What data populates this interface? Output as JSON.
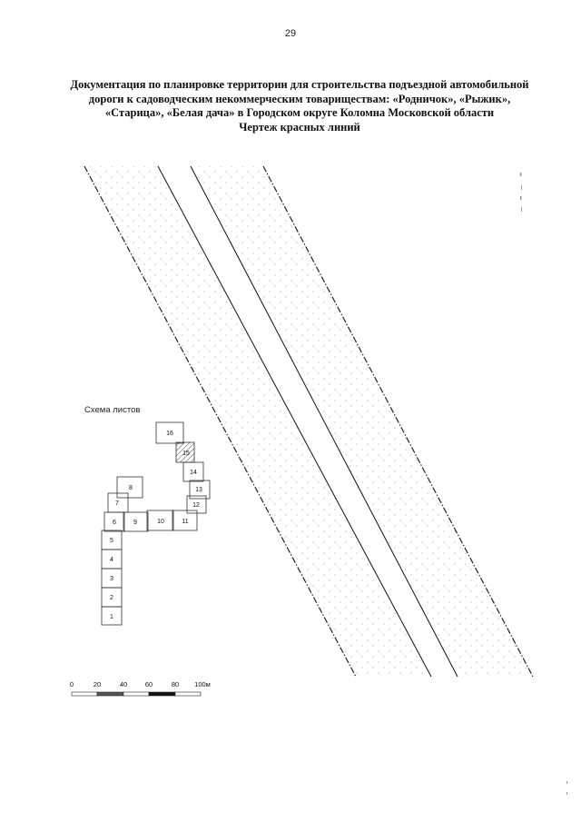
{
  "page_number": "29",
  "title_lines": [
    "Документация по планировке территории для строительства подъездной автомобильной",
    "дороги к садоводческим некоммерческим товариществам: «Родничок», «Рыжик»,",
    "«Старица», «Белая дача» в Городском округе Коломна Московской области",
    "Чертеж красных линий"
  ],
  "sheet_scheme": {
    "label": "Схема листов",
    "sheets": [
      "1",
      "2",
      "3",
      "4",
      "5",
      "6",
      "7",
      "8",
      "9",
      "10",
      "11",
      "12",
      "13",
      "14",
      "15",
      "16"
    ],
    "current_sheet": "15"
  },
  "scale_bar": {
    "labels": [
      "0",
      "20",
      "40",
      "60",
      "80",
      "100м"
    ]
  }
}
